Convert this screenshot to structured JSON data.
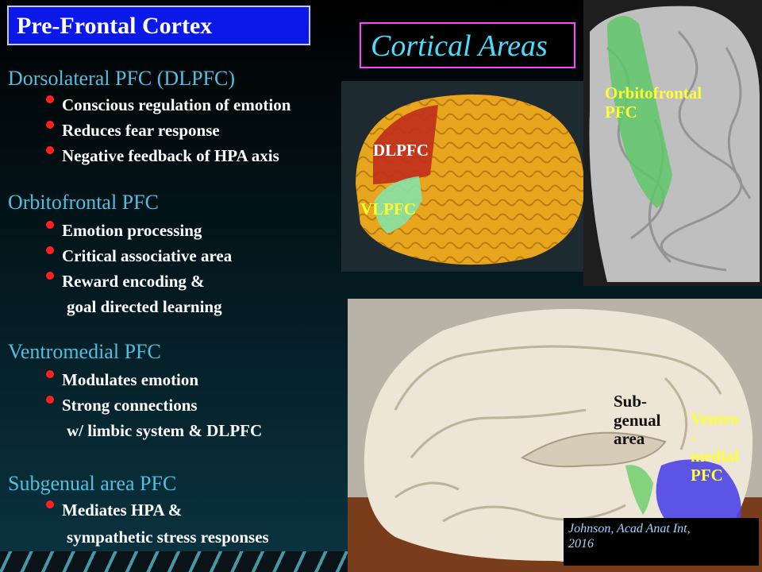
{
  "title": "Pre-Frontal Cortex",
  "cortical_areas_label": "Cortical Areas",
  "sections": [
    {
      "heading": "Dorsolateral PFC  (DLPFC)",
      "bullets": [
        "Conscious regulation of emotion",
        "Reduces fear response",
        "Negative feedback of HPA axis"
      ]
    },
    {
      "heading": "Orbitofrontal PFC",
      "bullets": [
        "Emotion processing",
        "Critical associative area",
        "Reward encoding &"
      ],
      "continuation": "goal directed learning"
    },
    {
      "heading": "Ventromedial PFC",
      "bullets": [
        "Modulates emotion",
        "Strong connections"
      ],
      "continuation": "w/ limbic system & DLPFC"
    },
    {
      "heading": "Subgenual area PFC",
      "bullets": [
        "Mediates HPA &"
      ],
      "continuation": "sympathetic stress responses"
    }
  ],
  "image_labels": {
    "dlpfc": "DLPFC",
    "vlpfc": "VLPFC",
    "orbitofrontal": [
      "Orbitofrontal",
      "PFC"
    ],
    "subgenual": [
      "Sub-",
      "genual",
      "area"
    ],
    "ventromedial": [
      "Ventro",
      "-",
      "medial",
      "PFC"
    ]
  },
  "citation": [
    "Johnson, Acad Anat Int,",
    "2016"
  ],
  "colors": {
    "title_bg": "#0b19e8",
    "heading": "#4fc0e0",
    "bullet_dot": "#ff2020",
    "cortical_text": "#4adcff",
    "cortical_border": "#ff45ff",
    "label_yellow": "#ffff33",
    "dlpfc_region": "#c0301b",
    "vlpfc_region": "#86e3a6",
    "orbitofrontal_region": "#5fc86a",
    "ventromedial_region": "#4a44e8"
  }
}
